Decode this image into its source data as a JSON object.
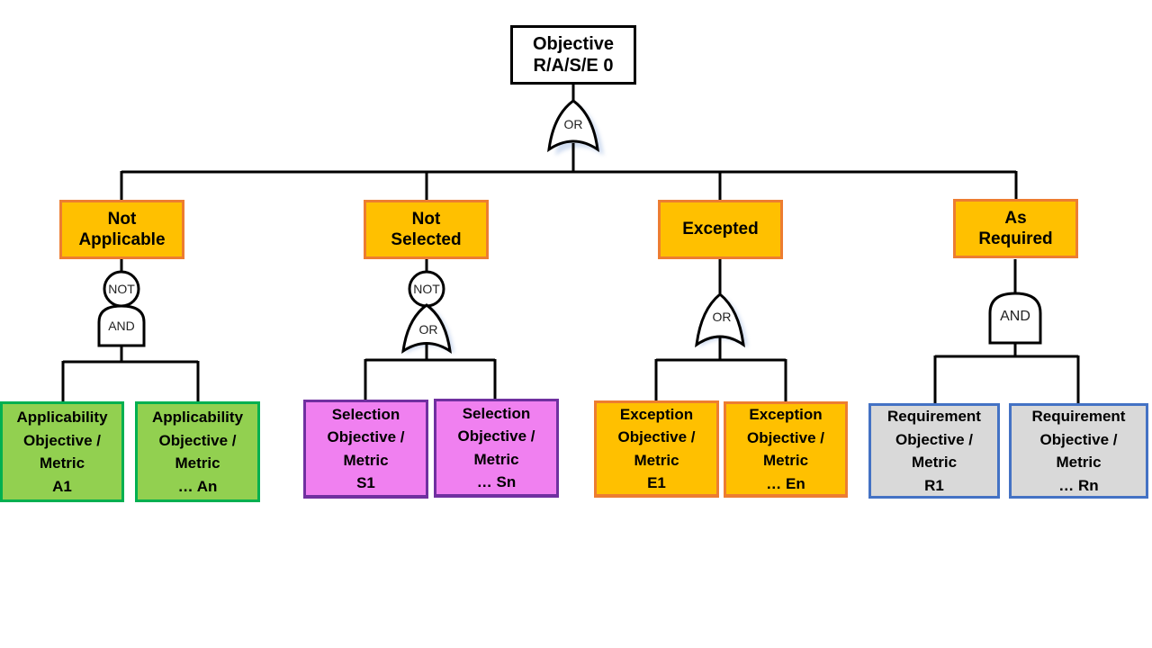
{
  "root": {
    "lines": [
      "Objective",
      "R/A/S/E 0"
    ],
    "gate": "OR"
  },
  "branches": [
    {
      "label_lines": [
        "Not",
        "Applicable"
      ],
      "gates": [
        "NOT",
        "AND"
      ],
      "leaves": [
        {
          "lines": [
            "Applicability",
            "Objective /",
            "Metric",
            "A1"
          ]
        },
        {
          "lines": [
            "Applicability",
            "Objective /",
            "Metric",
            "… An"
          ]
        }
      ]
    },
    {
      "label_lines": [
        "Not",
        "Selected"
      ],
      "gates": [
        "NOT",
        "OR"
      ],
      "leaves": [
        {
          "lines": [
            "Selection",
            "Objective /",
            "Metric",
            "S1"
          ]
        },
        {
          "lines": [
            "Selection",
            "Objective /",
            "Metric",
            "… Sn"
          ]
        }
      ]
    },
    {
      "label_lines": [
        "Excepted"
      ],
      "gates": [
        "OR"
      ],
      "leaves": [
        {
          "lines": [
            "Exception",
            "Objective /",
            "Metric",
            "E1"
          ]
        },
        {
          "lines": [
            "Exception",
            "Objective /",
            "Metric",
            "… En"
          ]
        }
      ]
    },
    {
      "label_lines": [
        "As",
        "Required"
      ],
      "gates": [
        "AND"
      ],
      "leaves": [
        {
          "lines": [
            "Requirement",
            "Objective /",
            "Metric",
            "R1"
          ]
        },
        {
          "lines": [
            "Requirement",
            "Objective /",
            "Metric",
            "… Rn"
          ]
        }
      ]
    }
  ],
  "colors": {
    "connector": "#000000",
    "category_fill": "#ffc000",
    "category_border": "#ed7d31",
    "applicability_fill": "#92d050",
    "selection_fill": "#f080f0",
    "exception_fill": "#ffc000",
    "requirement_fill": "#d9d9d9",
    "gate_shadow": "#b4c7e7"
  }
}
